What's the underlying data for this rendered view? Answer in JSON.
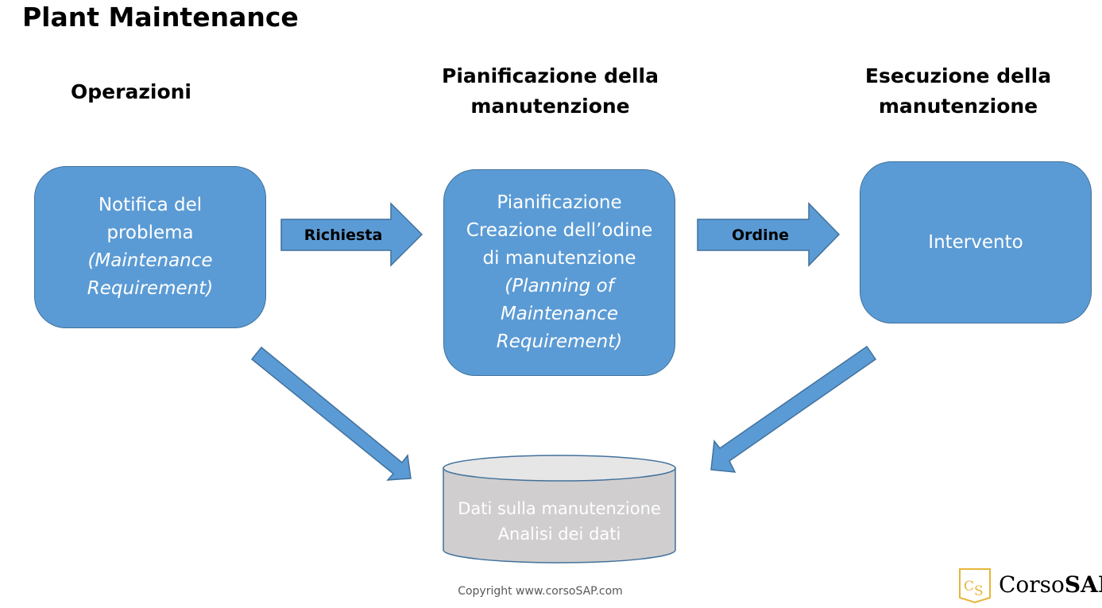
{
  "title": "Plant Maintenance",
  "headers": {
    "operations": "Operazioni",
    "planning": [
      "Pianificazione della",
      "manutenzione"
    ],
    "execution": [
      "Esecuzione della",
      "manutenzione"
    ]
  },
  "boxes": {
    "notification": {
      "lines": [
        "Notifica del",
        "problema"
      ],
      "italic_lines": [
        "(Maintenance",
        "Requirement)"
      ]
    },
    "planning": {
      "lines": [
        "Pianificazione",
        "Creazione dell’odine",
        "di manutenzione"
      ],
      "italic_lines": [
        "(Planning of",
        "Maintenance",
        "Requirement)"
      ]
    },
    "execution": {
      "lines": [
        "Intervento"
      ]
    }
  },
  "arrows": {
    "request_label": "Richiesta",
    "order_label": "Ordine"
  },
  "database": {
    "lines": [
      "Dati sulla manutenzione",
      "Analisi dei dati"
    ]
  },
  "copyright": "Copyright www.corsoSAP.com",
  "logo": {
    "mark": "CS",
    "text_regular": "Corso",
    "text_bold": "SAP"
  },
  "colors": {
    "box_fill": "#5b9bd5",
    "box_border": "#41719c",
    "db_fill": "#d0cece",
    "db_top": "#e7e6e6",
    "logo_gold": "#e6b53b"
  }
}
